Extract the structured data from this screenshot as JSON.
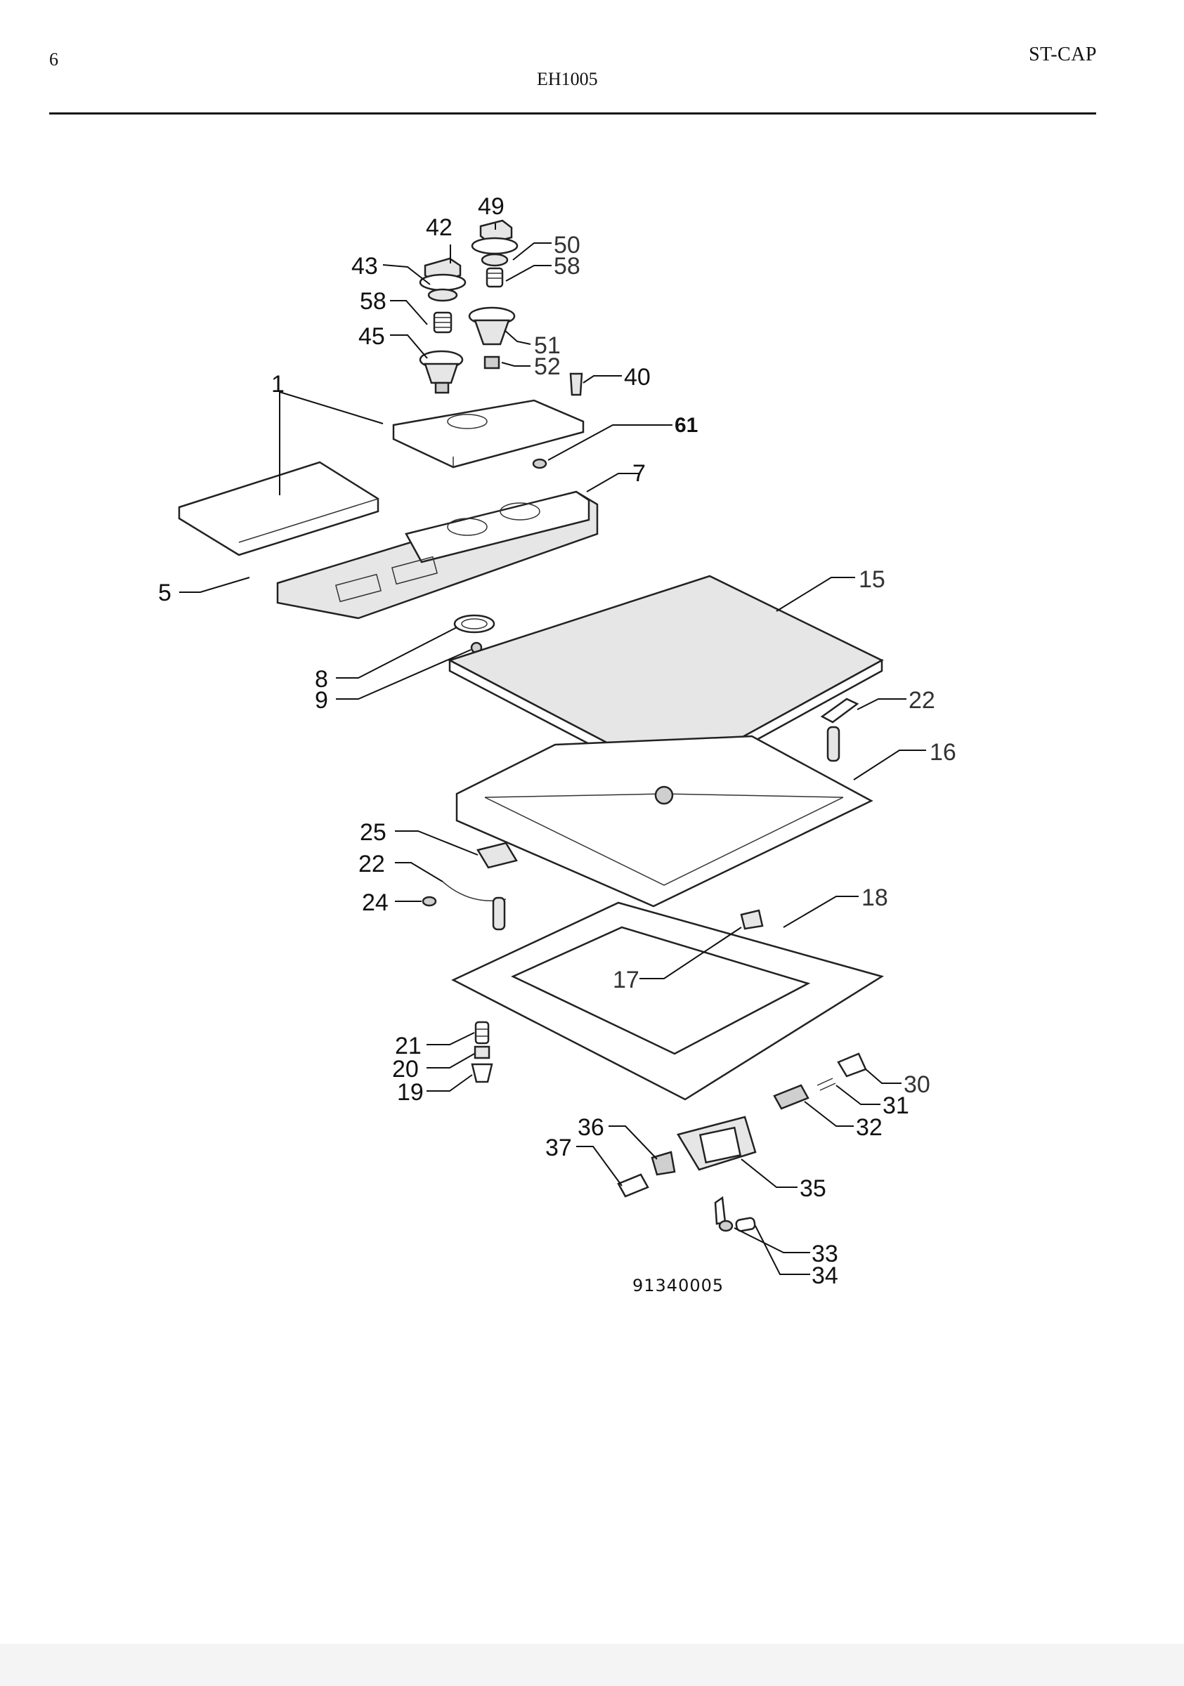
{
  "header": {
    "page_number": "6",
    "section_code": "ST-CAP",
    "model_code": "EH1005"
  },
  "diagram": {
    "drawing_number": "91340005",
    "callouts": [
      "1",
      "5",
      "7",
      "8",
      "9",
      "15",
      "16",
      "17",
      "18",
      "19",
      "20",
      "21",
      "22",
      "22",
      "24",
      "25",
      "30",
      "31",
      "32",
      "33",
      "34",
      "35",
      "36",
      "37",
      "40",
      "42",
      "43",
      "45",
      "49",
      "50",
      "51",
      "52",
      "58",
      "58",
      "61"
    ]
  }
}
